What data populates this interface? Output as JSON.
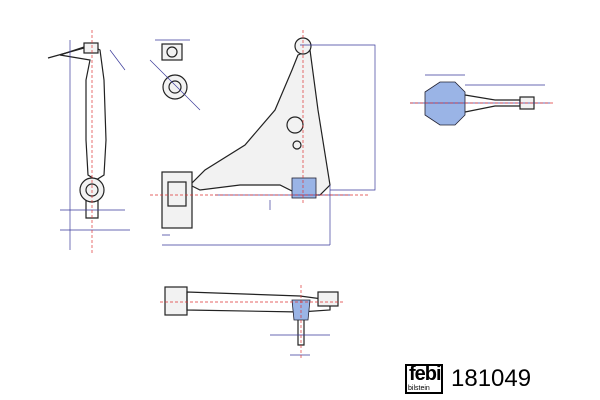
{
  "brand": {
    "logo_text": "febi",
    "logo_subtext": "bilstein"
  },
  "part_number": "181049",
  "colors": {
    "outline": "#222222",
    "dimension": "#3a3a9a",
    "centerline": "#dd3333",
    "balljoint": "#9ab4e6"
  }
}
